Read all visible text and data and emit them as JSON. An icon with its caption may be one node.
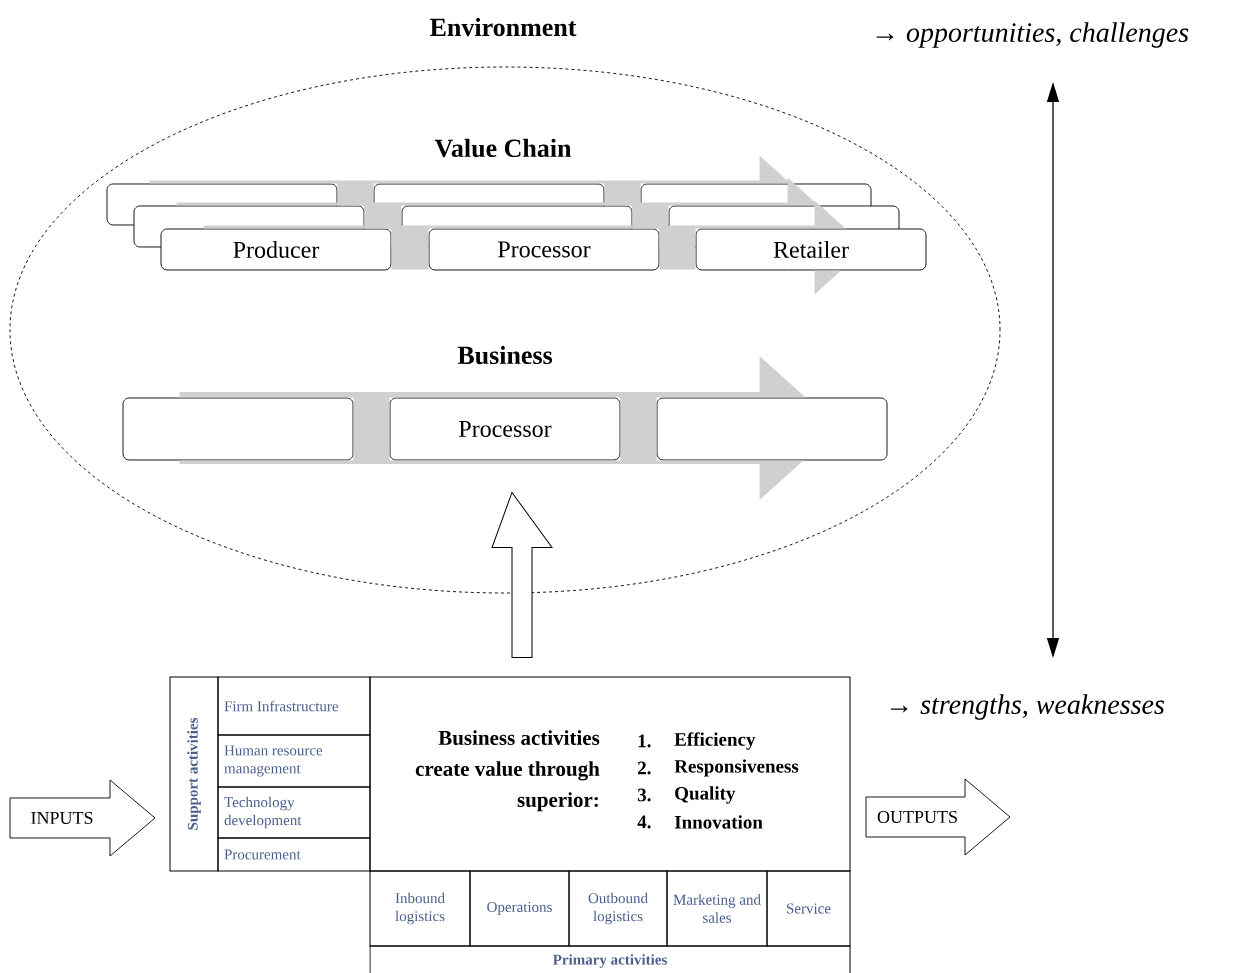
{
  "diagram": {
    "nodes": [
      {
        "text": [
          "Environment"
        ]
      },
      {
        "text": [],
        "shape": "box",
        "in": 0
      },
      {
        "text": [],
        "shape": "box",
        "in": 0
      },
      {
        "text": [],
        "shape": "box",
        "in": 0
      },
      {
        "text": [],
        "shape": "box",
        "in": 0
      },
      {
        "text": [],
        "shape": "box",
        "in": 0
      },
      {
        "text": [],
        "shape": "box",
        "in": 0
      },
      {
        "text": [
          "Producer"
        ],
        "in": 0
      },
      {
        "text": [
          "Processor"
        ],
        "in": 0
      },
      {
        "text": [
          "Retailer"
        ],
        "in": 0
      },
      {
        "text": [],
        "shape": "box",
        "in": 0
      },
      {
        "text": [
          "Processor"
        ],
        "in": 0
      },
      {
        "text": [],
        "shape": "box",
        "in": 0
      },
      {
        "text": [
          "INPUTS"
        ]
      },
      {
        "text": [
          "Support activities"
        ]
      },
      {
        "text": [
          "Firm Infrastructure"
        ]
      },
      {
        "text": [
          "Human resource management"
        ]
      },
      {
        "text": [
          "Technology development"
        ]
      },
      {
        "text": [
          "Procurement"
        ]
      },
      {
        "text": [
          "Business activities create value through superior:",
          "1.",
          "Efficiency",
          "2.",
          "Responsiveness",
          "3.",
          "Quality",
          "4.",
          "Innovation"
        ]
      },
      {
        "text": [
          "Inbound logistics"
        ]
      },
      {
        "text": [
          "Operations"
        ]
      },
      {
        "text": [
          "Outbound logistics"
        ]
      },
      {
        "text": [
          "Marketing and sales"
        ]
      },
      {
        "text": [
          "Service"
        ]
      },
      {
        "text": [
          "Primary activities"
        ]
      },
      {
        "text": [
          "OUTPUTS"
        ]
      }
    ],
    "edges": [
      {
        "from": 19,
        "to": 11,
        "arrow": "to"
      },
      {
        "from": 1,
        "to": 3,
        "arrow": "to",
        "color": "#d0d0d0"
      },
      {
        "from": 4,
        "to": 6,
        "arrow": "to",
        "color": "#d0d0d0"
      },
      {
        "from": 7,
        "to": 9,
        "arrow": "to",
        "color": "#d0d0d0"
      },
      {
        "from": 10,
        "to": 12,
        "arrow": "to",
        "color": "#d0d0d0"
      }
    ],
    "labels": [
      "→ opportunities, challenges",
      "Value Chain",
      "Business",
      "→ strengths, weaknesses"
    ]
  }
}
